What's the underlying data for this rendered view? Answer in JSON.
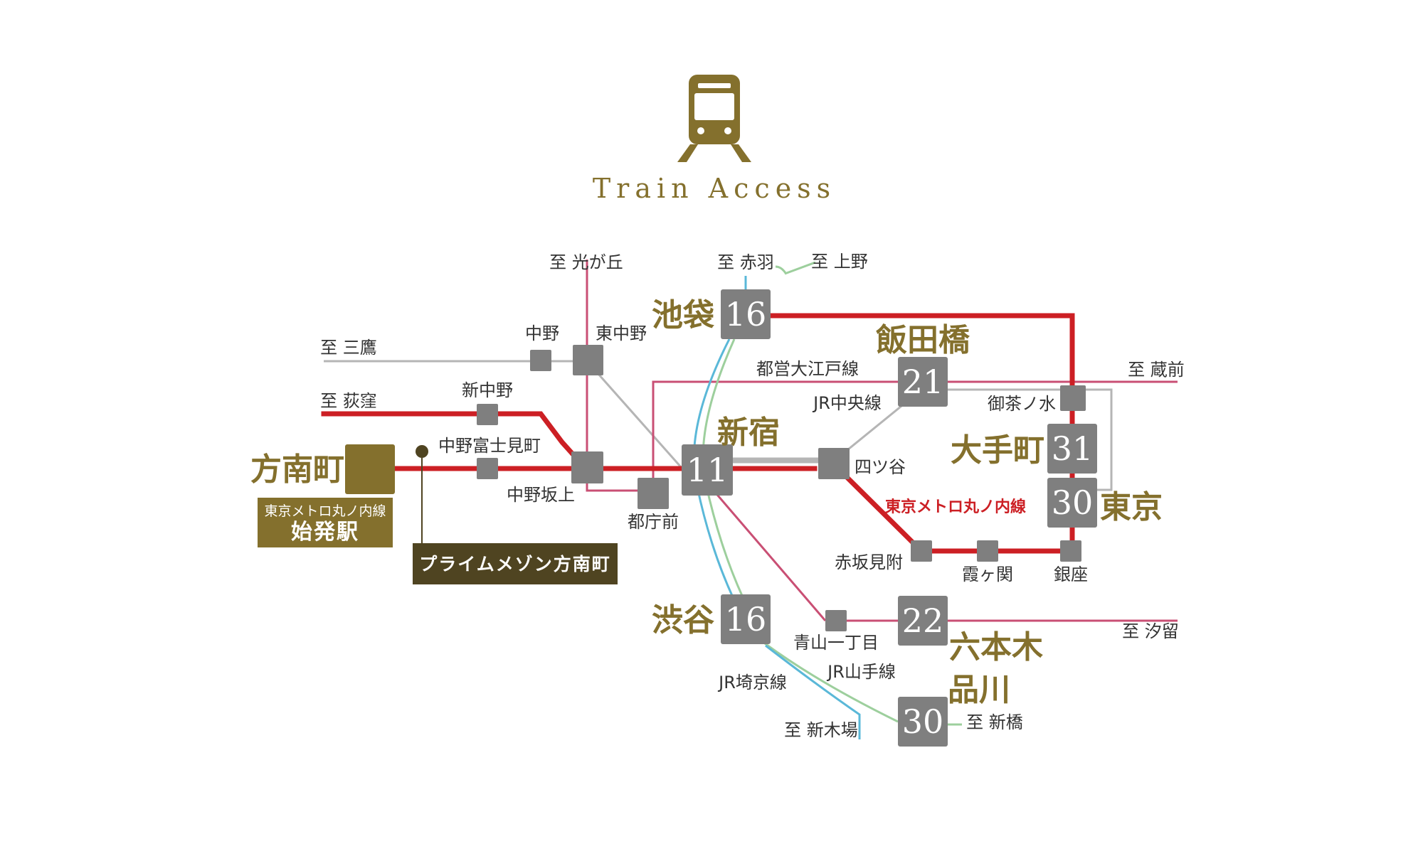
{
  "title": "Train Access",
  "icon": "train-icon",
  "colors": {
    "gold": "#84702d",
    "dark_gold": "#4f4421",
    "marunouchi_red": "#cc1f24",
    "oedo_pink": "#c94f74",
    "chuo_gray": "#b5b5b5",
    "yamanote_green": "#9dcf9d",
    "saikyo_blue": "#5ab8d8",
    "station_gray": "#7f7f7f"
  },
  "origin": {
    "name": "方南町",
    "badge_line1": "東京メトロ丸ノ内線",
    "badge_line2": "始発駅",
    "property": "プライムメゾン方南町"
  },
  "destinations": {
    "to_mitaka": "至 三鷹",
    "to_ogikubo": "至 荻窪",
    "to_hikarigaoka": "至 光が丘",
    "to_akabane": "至 赤羽",
    "to_ueno": "至 上野",
    "to_kuramae": "至 蔵前",
    "to_shiodome": "至 汐留",
    "to_shinkiba": "至 新木場",
    "to_shinbashi": "至 新橋"
  },
  "minor_stations": {
    "nakano": "中野",
    "higashinakano": "東中野",
    "shinnakano": "新中野",
    "nakanofujimicho": "中野富士見町",
    "nakanosakaue": "中野坂上",
    "tochomae": "都庁前",
    "yotsuya": "四ツ谷",
    "ochanomizu": "御茶ノ水",
    "akasakamitsuke": "赤坂見附",
    "kasumigaseki": "霞ヶ関",
    "ginza": "銀座",
    "aoyamaitchome": "青山一丁目"
  },
  "major_stations": {
    "ikebukuro": {
      "name": "池袋",
      "minutes": "16"
    },
    "iidabashi": {
      "name": "飯田橋",
      "minutes": "21"
    },
    "shinjuku": {
      "name": "新宿",
      "minutes": "11"
    },
    "otemachi": {
      "name": "大手町",
      "minutes": "31"
    },
    "tokyo": {
      "name": "東京",
      "minutes": "30"
    },
    "shibuya": {
      "name": "渋谷",
      "minutes": "16"
    },
    "roppongi": {
      "name": "六本木",
      "minutes": "22"
    },
    "shinagawa": {
      "name": "品川",
      "minutes": "30"
    }
  },
  "line_labels": {
    "oedo": "都営大江戸線",
    "jr_chuo": "JR中央線",
    "marunouchi": "東京メトロ丸ノ内線",
    "jr_yamanote": "JR山手線",
    "jr_saikyo": "JR埼京線"
  }
}
